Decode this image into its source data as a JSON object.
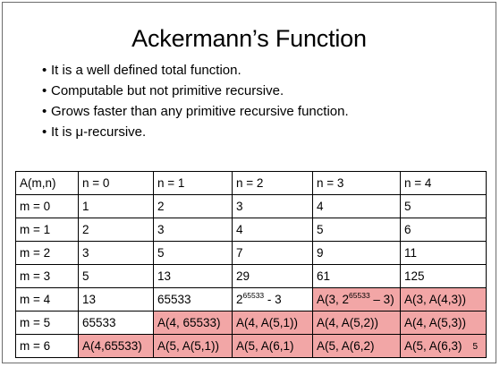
{
  "slide": {
    "title": "Ackermann’s Function",
    "bullets": [
      "It is a well defined total function.",
      "Computable but not primitive recursive.",
      "Grows faster than any primitive recursive function.",
      "It is μ-recursive."
    ],
    "bullet_glyph": "•",
    "page_number": "5"
  },
  "table": {
    "header": [
      "A(m,n)",
      "n = 0",
      "n = 1",
      "n = 2",
      "n = 3",
      "n = 4"
    ],
    "rows": [
      {
        "label": "m = 0",
        "cells": [
          "1",
          "2",
          "3",
          "4",
          "5"
        ]
      },
      {
        "label": "m = 1",
        "cells": [
          "2",
          "3",
          "4",
          "5",
          "6"
        ]
      },
      {
        "label": "m = 2",
        "cells": [
          "3",
          "5",
          "7",
          "9",
          "11"
        ]
      },
      {
        "label": "m = 3",
        "cells": [
          "5",
          "13",
          "29",
          "61",
          "125"
        ]
      },
      {
        "label": "m = 4",
        "cells": [
          "13",
          "65533",
          "",
          "",
          "A(3, A(4,3))"
        ],
        "formula_n2": {
          "base": "2",
          "exp": "65533",
          "tail": " - 3"
        },
        "formula_n3": {
          "pre": "A(3, 2",
          "exp": "65533",
          "post": " – 3)"
        }
      },
      {
        "label": "m = 5",
        "cells": [
          "65533",
          "A(4, 65533)",
          "A(4, A(5,1))",
          "A(4, A(5,2))",
          "A(4, A(5,3))"
        ]
      },
      {
        "label": "m = 6",
        "cells": [
          "A(4,65533)",
          "A(5, A(5,1))",
          "A(5, A(6,1)",
          "A(5, A(6,2)",
          "A(5, A(6,3)"
        ]
      }
    ],
    "highlight_color": "#f2a6a6"
  }
}
